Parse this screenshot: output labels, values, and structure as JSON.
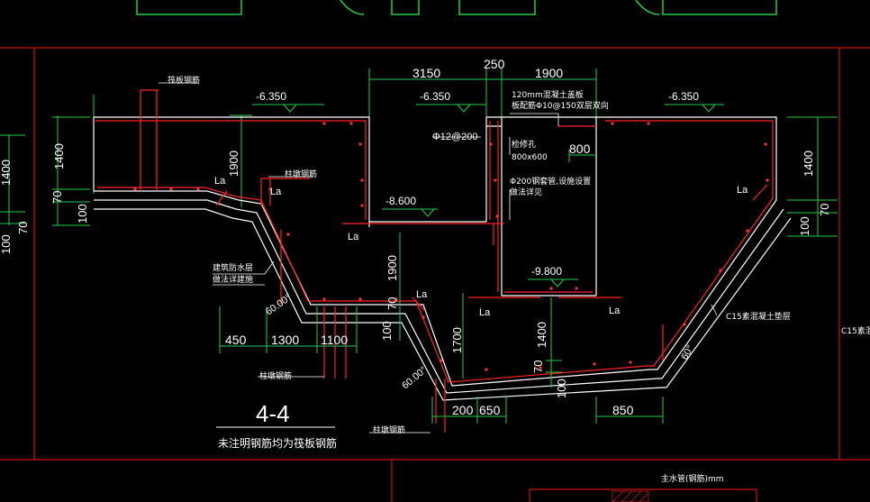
{
  "section_title": "4-4",
  "section_note": "未注明钢筋均为筏板钢筋",
  "elevations": [
    "-6.350",
    "-6.350",
    "-6.350",
    "-8.600",
    "-9.800"
  ],
  "top_dimensions": [
    "3150",
    "250",
    "1900"
  ],
  "left_vertical_dims": [
    "1400",
    "70",
    "100",
    "1900"
  ],
  "left_outer_dims": [
    "1400",
    "100",
    "70"
  ],
  "right_vertical_dims": [
    "1400",
    "100",
    "70"
  ],
  "center_vertical_dims": [
    "1900",
    "70",
    "100",
    "1700",
    "1400",
    "70",
    "100"
  ],
  "bottom_dims_left": [
    "450",
    "1300",
    "1100"
  ],
  "bottom_dims_center": [
    "200",
    "650"
  ],
  "bottom_dims_right": [
    "850"
  ],
  "pit_dim": "800",
  "la_labels": [
    "La",
    "La",
    "La",
    "La",
    "La",
    "La",
    "La"
  ],
  "angles": [
    "60.00°",
    "60.00°",
    "60°"
  ],
  "rebar_spec": "Φ12@200",
  "notes": {
    "raft_rebar_top": "筏板钢筋",
    "column_rebar_1": "柱墩钢筋",
    "column_rebar_2": "柱墩钢筋",
    "column_rebar_3": "柱墩钢筋",
    "waterproof_1": "建筑防水层",
    "waterproof_2": "做法详建施",
    "cover_1": "120mm混凝土盖板",
    "cover_2": "板配筋Φ10@150双层双向",
    "hole_1": "检修孔",
    "hole_2": "800x600",
    "pipe_1": "Φ200钢套管,设施设置",
    "pipe_2": "做法详见",
    "c15": "C15素混凝土垫层",
    "c15_edge": "C15素混",
    "table_header": "主水管(钢筋)mm"
  }
}
